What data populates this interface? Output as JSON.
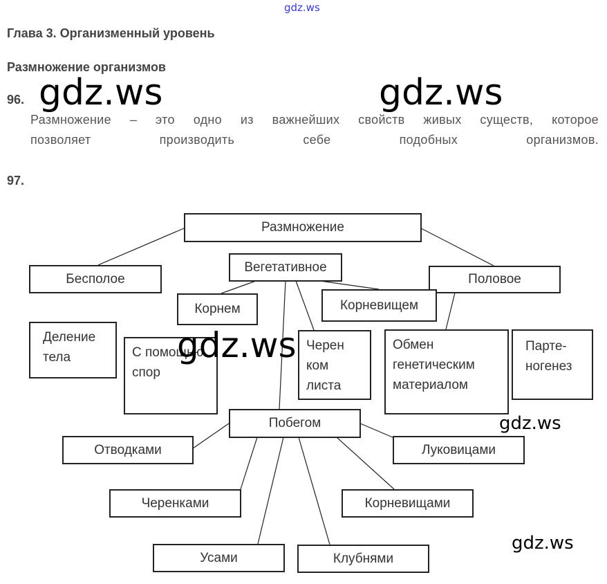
{
  "watermark": "gdz.ws",
  "chapter_title": "Глава 3. Организменный уровень",
  "section_title": "Размножение организмов",
  "task96": {
    "number": "96.",
    "line1": "Размножение – это одно из важнейших свойств живых существ, которое",
    "line2": "позволяет производить себе подобных организмов."
  },
  "task97": {
    "number": "97."
  },
  "diagram": {
    "root": "Размножение",
    "asexual": "Бесполое",
    "vegetative": "Вегетативное",
    "sexual": "Половое",
    "root_method": "Корнем",
    "rhizome": "Корневищем",
    "division": "Деление тела",
    "spores": "С помощью спор",
    "leaf_cutting": "Черен ком листа",
    "exchange": "Обмен генетическим материалом",
    "parthenogenesis": "Парте-ногенез",
    "shoot": "Побегом",
    "layering": "Отводками",
    "bulbs": "Луковицами",
    "cuttings": "Черенками",
    "rhizomes": "Корневищами",
    "runners": "Усами",
    "tubers": "Клубнями"
  }
}
